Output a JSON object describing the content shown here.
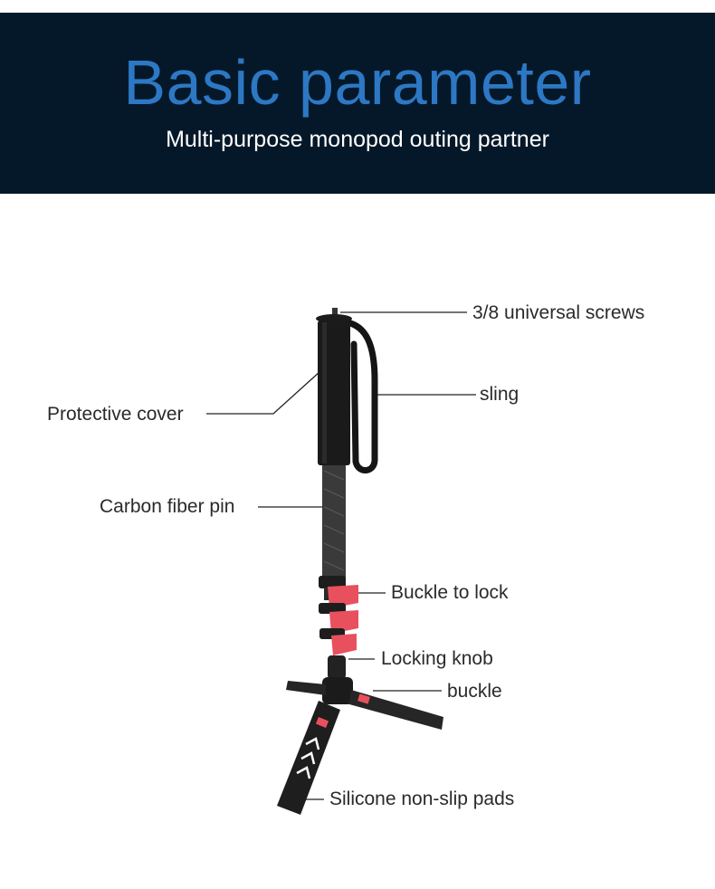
{
  "header": {
    "title": "Basic parameter",
    "subtitle": "Multi-purpose monopod outing partner"
  },
  "colors": {
    "banner_bg": "#051829",
    "title_blue": "#2d78c4",
    "lock_red": "#e8505e"
  },
  "callouts": {
    "screw": "3/8 universal screws",
    "sling": "sling",
    "cover": "Protective cover",
    "pin": "Carbon fiber pin",
    "lock": "Buckle to lock",
    "knob": "Locking knob",
    "buckle": "buckle",
    "pads": "Silicone non-slip pads"
  }
}
